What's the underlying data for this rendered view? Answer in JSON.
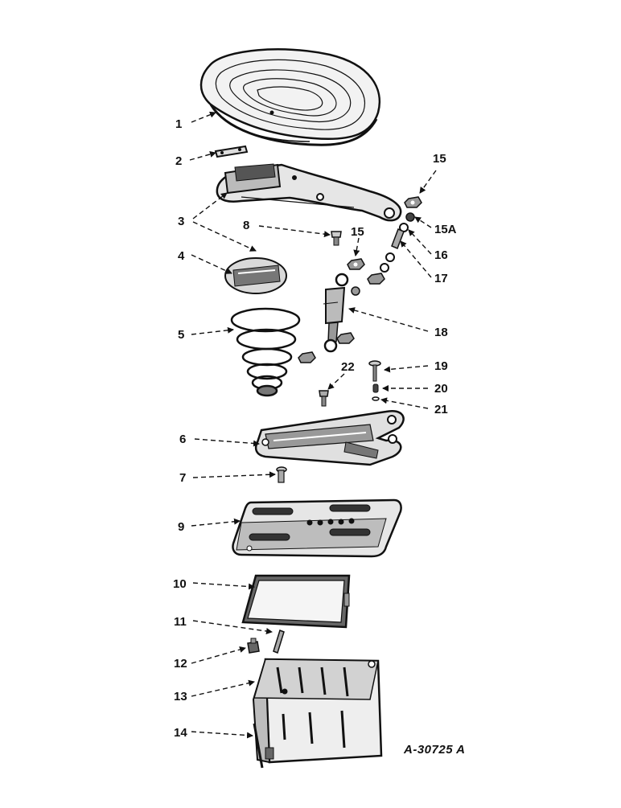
{
  "drawing_id": "A-30725 A",
  "callouts": [
    {
      "id": "1",
      "label": "1"
    },
    {
      "id": "2",
      "label": "2"
    },
    {
      "id": "3",
      "label": "3"
    },
    {
      "id": "4",
      "label": "4"
    },
    {
      "id": "5",
      "label": "5"
    },
    {
      "id": "6",
      "label": "6"
    },
    {
      "id": "7",
      "label": "7"
    },
    {
      "id": "8",
      "label": "8"
    },
    {
      "id": "9",
      "label": "9"
    },
    {
      "id": "10",
      "label": "10"
    },
    {
      "id": "11",
      "label": "11"
    },
    {
      "id": "12",
      "label": "12"
    },
    {
      "id": "13",
      "label": "13"
    },
    {
      "id": "14",
      "label": "14"
    },
    {
      "id": "15a",
      "label": "15"
    },
    {
      "id": "15b",
      "label": "15"
    },
    {
      "id": "15A",
      "label": "15A"
    },
    {
      "id": "16",
      "label": "16"
    },
    {
      "id": "17",
      "label": "17"
    },
    {
      "id": "18",
      "label": "18"
    },
    {
      "id": "19",
      "label": "19"
    },
    {
      "id": "20",
      "label": "20"
    },
    {
      "id": "21",
      "label": "21"
    },
    {
      "id": "22",
      "label": "22"
    }
  ]
}
